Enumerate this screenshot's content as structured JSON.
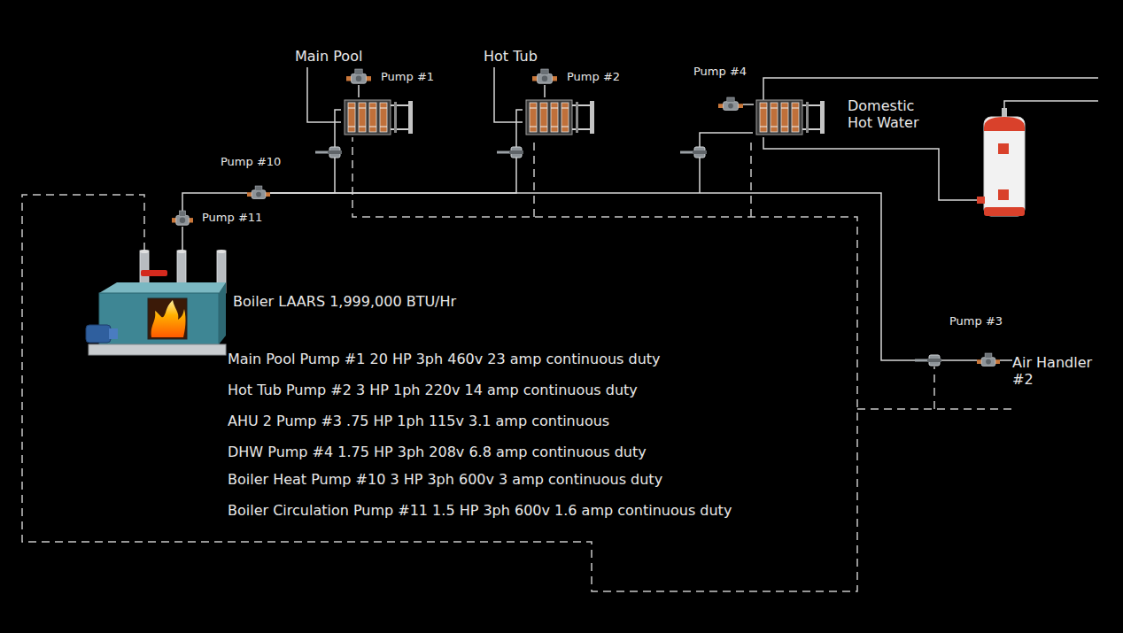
{
  "diagram": {
    "nodes": [
      {
        "text": [
          "Boiler LAARS 1,999,000 BTU/Hr"
        ]
      },
      {
        "text": [
          "Pump #11"
        ]
      },
      {
        "text": [
          "Pump #10"
        ]
      },
      {
        "text": [
          "Main Pool"
        ]
      },
      {
        "text": [
          "Pump #1"
        ]
      },
      {
        "text": [
          "Hot Tub"
        ]
      },
      {
        "text": [
          "Pump #2"
        ]
      },
      {
        "text": [
          "Pump #4"
        ]
      },
      {
        "text": [
          "Domestic Hot Water"
        ]
      },
      {
        "text": [
          "Pump #3"
        ]
      },
      {
        "text": [
          "Air Handler #2"
        ]
      }
    ],
    "edges": [
      {
        "from": 0,
        "to": 1,
        "arrow": "none"
      },
      {
        "from": 1,
        "to": 2,
        "arrow": "none"
      },
      {
        "from": 2,
        "to": 3,
        "arrow": "none"
      },
      {
        "from": 2,
        "to": 5,
        "arrow": "none"
      },
      {
        "from": 2,
        "to": 9,
        "arrow": "none"
      },
      {
        "from": 9,
        "to": 10,
        "arrow": "none"
      },
      {
        "from": 4,
        "to": 3,
        "arrow": "none"
      },
      {
        "from": 6,
        "to": 5,
        "arrow": "none"
      }
    ],
    "labels": [
      "Main Pool Pump #1 20 HP 3ph 460v 23 amp continuous duty",
      "Hot Tub Pump #2 3 HP 1ph 220v 14 amp continuous duty",
      "AHU 2 Pump #3 .75 HP 1ph 115v 3.1 amp continuous",
      "DHW Pump #4 1.75 HP 3ph 208v 6.8 amp continuous duty",
      "Boiler Heat Pump #10 3 HP 3ph 600v 3 amp continuous duty",
      "Boiler Circulation Pump #11 1.5 HP 3ph 600v 1.6 amp continuous duty"
    ]
  }
}
